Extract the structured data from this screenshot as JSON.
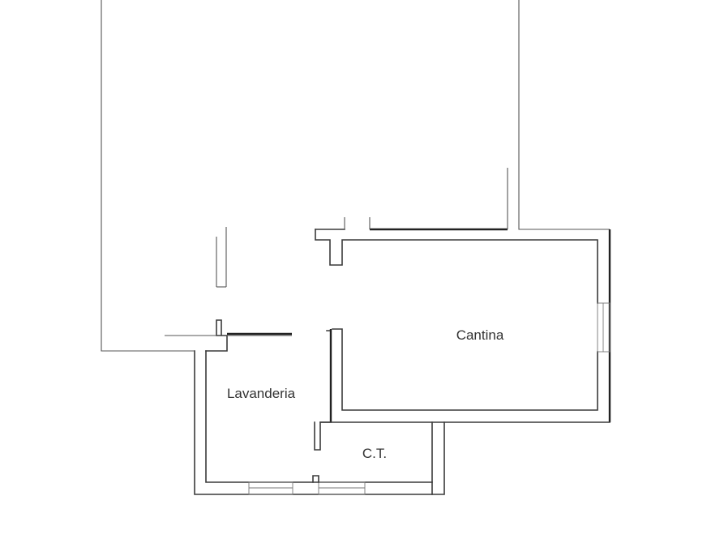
{
  "rooms": {
    "cantina": {
      "label": "Cantina"
    },
    "lavanderia": {
      "label": "Lavanderia"
    },
    "ct": {
      "label": "C.T."
    }
  },
  "colors": {
    "wall": "#3a3a3a",
    "background": "#ffffff",
    "text": "#333333"
  }
}
